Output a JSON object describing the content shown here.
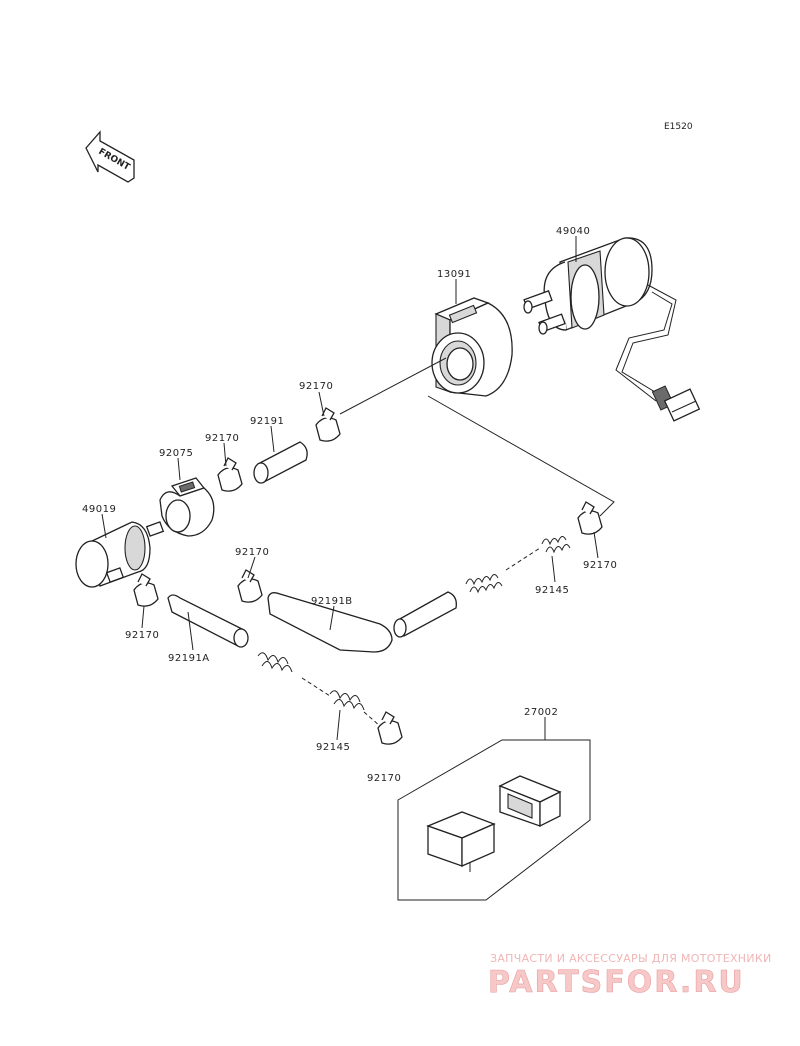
{
  "diagram": {
    "code": "E1520",
    "front_label": "FRONT",
    "parts": {
      "p49040": "49040",
      "p13091": "13091",
      "p92170_a": "92170",
      "p92191": "92191",
      "p92170_b": "92170",
      "p92075": "92075",
      "p49019": "49019",
      "p92170_c": "92170",
      "p92191B": "92191B",
      "p92145_a": "92145",
      "p92170_d": "92170",
      "p92170_e": "92170",
      "p92191A": "92191A",
      "p92145_b": "92145",
      "p92170_f": "92170",
      "p27002": "27002"
    }
  },
  "watermark": {
    "tagline": "ЗАПЧАСТИ И АКСЕССУАРЫ ДЛЯ МОТОТЕХНИКИ",
    "site": "PARTSFOR.RU"
  }
}
